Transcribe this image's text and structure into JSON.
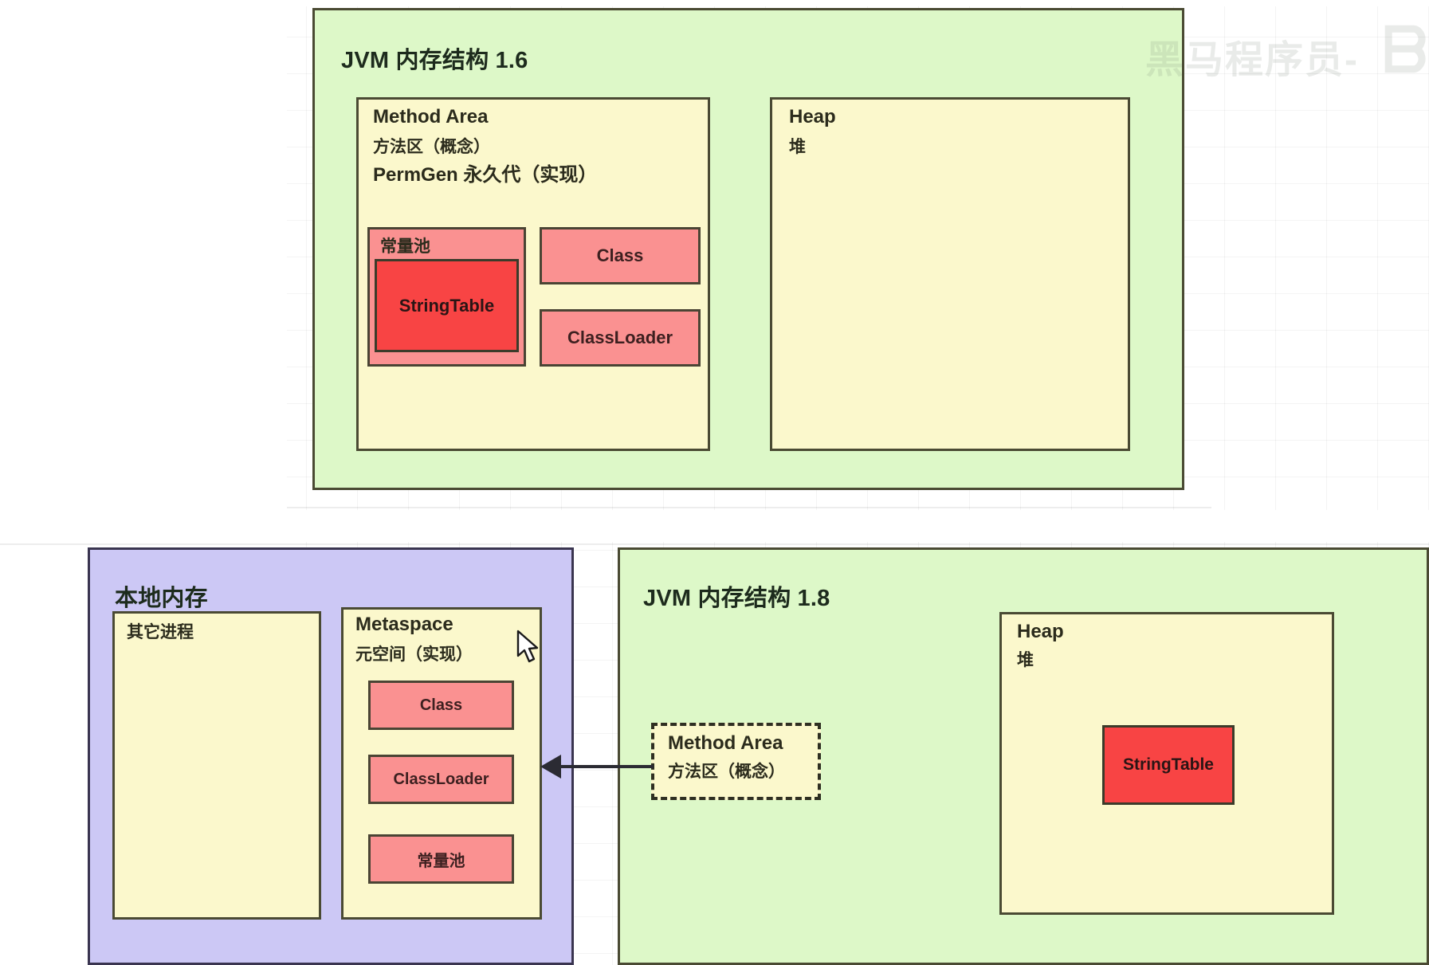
{
  "diagram": {
    "watermark": {
      "text": "黑马程序员-",
      "mark": "ᗷ"
    },
    "jvm16": {
      "title": "JVM 内存结构 1.6",
      "method_area": {
        "line1": "Method Area",
        "line2": "方法区（概念）",
        "line3": "PermGen 永久代（实现）",
        "constant_pool": {
          "label": "常量池",
          "string_table": "StringTable"
        },
        "class_box": "Class",
        "classloader_box": "ClassLoader"
      },
      "heap": {
        "line1": "Heap",
        "line2": "堆"
      }
    },
    "native_memory": {
      "title": "本地内存",
      "other_processes": "其它进程",
      "metaspace": {
        "line1": "Metaspace",
        "line2": "元空间（实现）",
        "items": [
          "Class",
          "ClassLoader",
          "常量池"
        ]
      }
    },
    "jvm18": {
      "title": "JVM 内存结构 1.8",
      "method_area_concept": {
        "line1": "Method Area",
        "line2": "方法区（概念）"
      },
      "heap": {
        "line1": "Heap",
        "line2": "堆",
        "string_table": "StringTable"
      }
    },
    "colors": {
      "green": "#ddf8c8",
      "yellow": "#fbf8cc",
      "purple": "#ccc8f5",
      "pink": "#fa9191",
      "red": "#f84444",
      "stroke": "#4a4a33"
    }
  }
}
